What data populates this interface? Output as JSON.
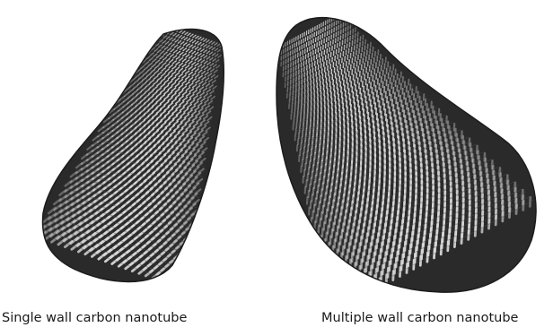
{
  "figure": {
    "panels": [
      {
        "id": "single",
        "caption": "Single wall carbon nanotube",
        "icon": "nanotube-single-wall-illustration"
      },
      {
        "id": "multi",
        "caption": "Multiple wall carbon nanotube",
        "icon": "nanotube-multi-wall-illustration"
      }
    ],
    "colors": {
      "tube_dark": "#2a2a2a",
      "tube_mid": "#555555",
      "bond_light": "#d8d8d8",
      "background": "#ffffff"
    }
  }
}
